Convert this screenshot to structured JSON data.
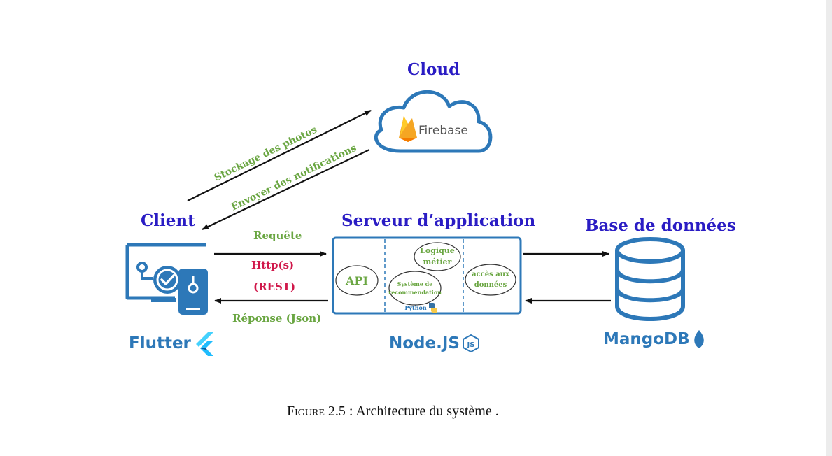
{
  "nodes": {
    "cloud": {
      "title": "Cloud",
      "tech": "Firebase"
    },
    "client": {
      "title": "Client",
      "tech": "Flutter"
    },
    "server": {
      "title": "Serveur d’application",
      "tech": "Node.JS",
      "modules": {
        "api": "API",
        "logique_line1": "Logique",
        "logique_line2": "métier",
        "reco_line1": "Système de",
        "reco_line2": "recommendation",
        "reco_tech": "Python",
        "acces_line1": "accès aux",
        "acces_line2": "données"
      }
    },
    "database": {
      "title": "Base de données",
      "tech": "MangoDB"
    }
  },
  "edges": {
    "client_to_cloud": "Stockage des photos",
    "cloud_to_client": "Envoyer des notifications",
    "request": "Requête",
    "protocol": "Http(s)",
    "style": "(REST)",
    "response": "Réponse (Json)"
  },
  "caption": {
    "prefix": "Figure 2.5",
    "separator": " : ",
    "text": "Architecture du système ."
  },
  "colors": {
    "title": "#2a1cc4",
    "edge_label": "#6aa642",
    "protocol": "#d0174a",
    "icon": "#2d78b8",
    "firebase_orange": "#f5a623"
  },
  "icons": {
    "cloud": "cloud-icon",
    "firebase": "firebase-flame-icon",
    "client": "mobile-app-icon",
    "flutter": "flutter-logo-icon",
    "nodejs": "nodejs-logo-icon",
    "python": "python-logo-icon",
    "database": "database-icon",
    "mongodb": "mongodb-leaf-icon"
  }
}
